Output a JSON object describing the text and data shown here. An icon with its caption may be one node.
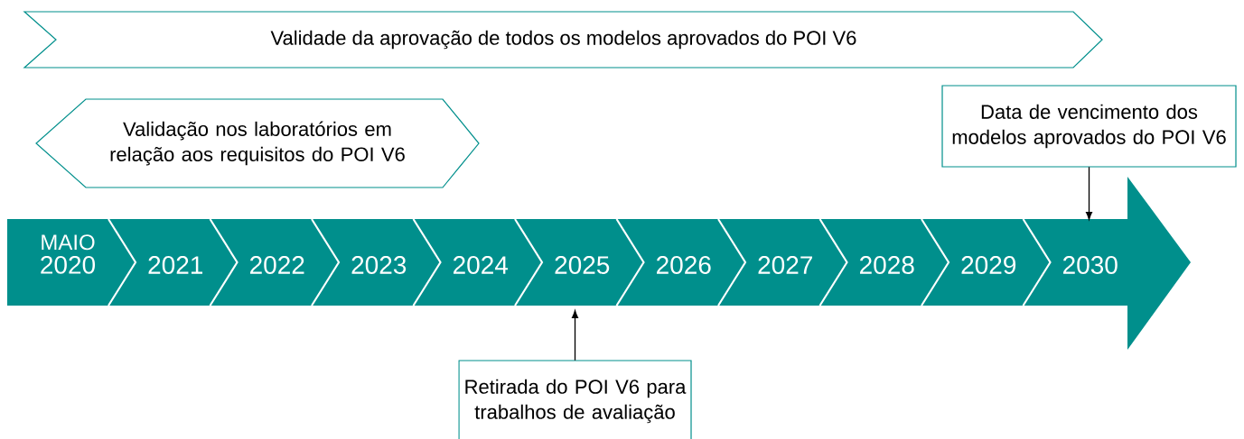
{
  "diagram": {
    "nodes": [
      {
        "text": [
          "Validade da aprovação de todos os modelos aprovados do POI V6"
        ]
      },
      {
        "text": [
          "Validação nos laboratórios em relação aos requisitos do POI V6"
        ]
      },
      {
        "text": [
          "Data de vencimento dos modelos aprovados do POI V6"
        ]
      },
      {
        "text": [
          "MAIO",
          "2020"
        ]
      },
      {
        "text": [
          "2021"
        ]
      },
      {
        "text": [
          "2022"
        ]
      },
      {
        "text": [
          "2023"
        ]
      },
      {
        "text": [
          "2024"
        ]
      },
      {
        "text": [
          "2025"
        ]
      },
      {
        "text": [
          "2026"
        ]
      },
      {
        "text": [
          "2027"
        ]
      },
      {
        "text": [
          "2028"
        ]
      },
      {
        "text": [
          "2029"
        ]
      },
      {
        "text": [
          "2030"
        ]
      },
      {
        "text": [
          "Retirada do POI V6 para trabalhos de avaliação"
        ]
      }
    ],
    "edges": [
      {
        "from": 2,
        "to": 13,
        "arrow": "to"
      },
      {
        "from": 14,
        "to": 8,
        "arrow": "to"
      }
    ]
  }
}
